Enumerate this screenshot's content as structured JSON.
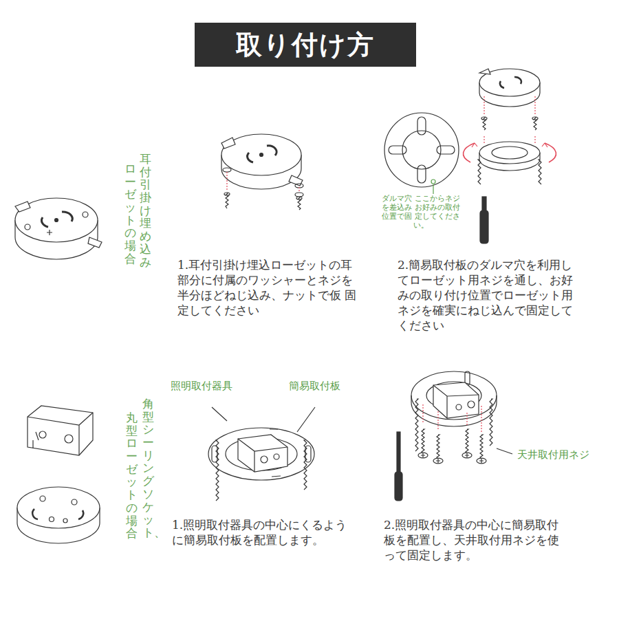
{
  "diagram": {
    "title": "取り付け方",
    "labels": [
      "耳付引掛け埋め込み",
      "ローゼットの場合",
      "1.耳付引掛け埋込ローゼットの耳部分に付属のワッシャーとネジを半分ほどねじ込み、ナットで仮 固定してください",
      "ダルマ穴 ここからネジを差込み お好みの取付位置で固 定してください。",
      "2.簡易取付板のダルマ穴を利用してローゼット用ネジを通し、お好みの取り付け位置でローゼット用ネジを確実にねじ込んで固定してください",
      "角型シーリングソケット、",
      "丸型ローゼットの場合",
      "照明取付器具",
      "簡易取付板",
      "1.照明取付器具の中心にくるように簡易取付板を配置します。",
      "天井取付用ネジ",
      "2.照明取付器具の中心に簡易取付板を配置し、天井取付用ネジを使って固定します。"
    ]
  }
}
